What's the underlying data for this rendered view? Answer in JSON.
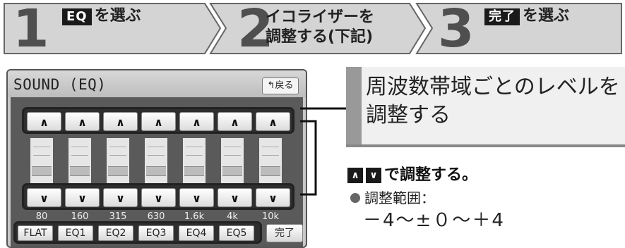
{
  "steps": [
    {
      "num": "1",
      "tag": "EQ",
      "text": "を選ぶ"
    },
    {
      "num": "2",
      "text_line1": "イコライザーを",
      "text_line2": "調整する(下記)"
    },
    {
      "num": "3",
      "tag": "完了",
      "text": "を選ぶ"
    }
  ],
  "screen": {
    "title": "SOUND (EQ)",
    "back_label": "戻る",
    "up_arrow": "∧",
    "down_arrow": "∨",
    "freq_labels": [
      "80",
      "160",
      "315",
      "630",
      "1.6k",
      "4k",
      "10k"
    ],
    "presets": [
      "FLAT",
      "EQ1",
      "EQ2",
      "EQ3",
      "EQ4",
      "EQ5"
    ],
    "done_label": "完了"
  },
  "note": {
    "title_line1": "周波数帯域ごとのレベルを",
    "title_line2": "調整する",
    "instruction": "で調整する。",
    "up_key": "∧",
    "down_key": "∨",
    "range_label": "調整範囲：",
    "range_value": "－4～±０～＋4"
  }
}
